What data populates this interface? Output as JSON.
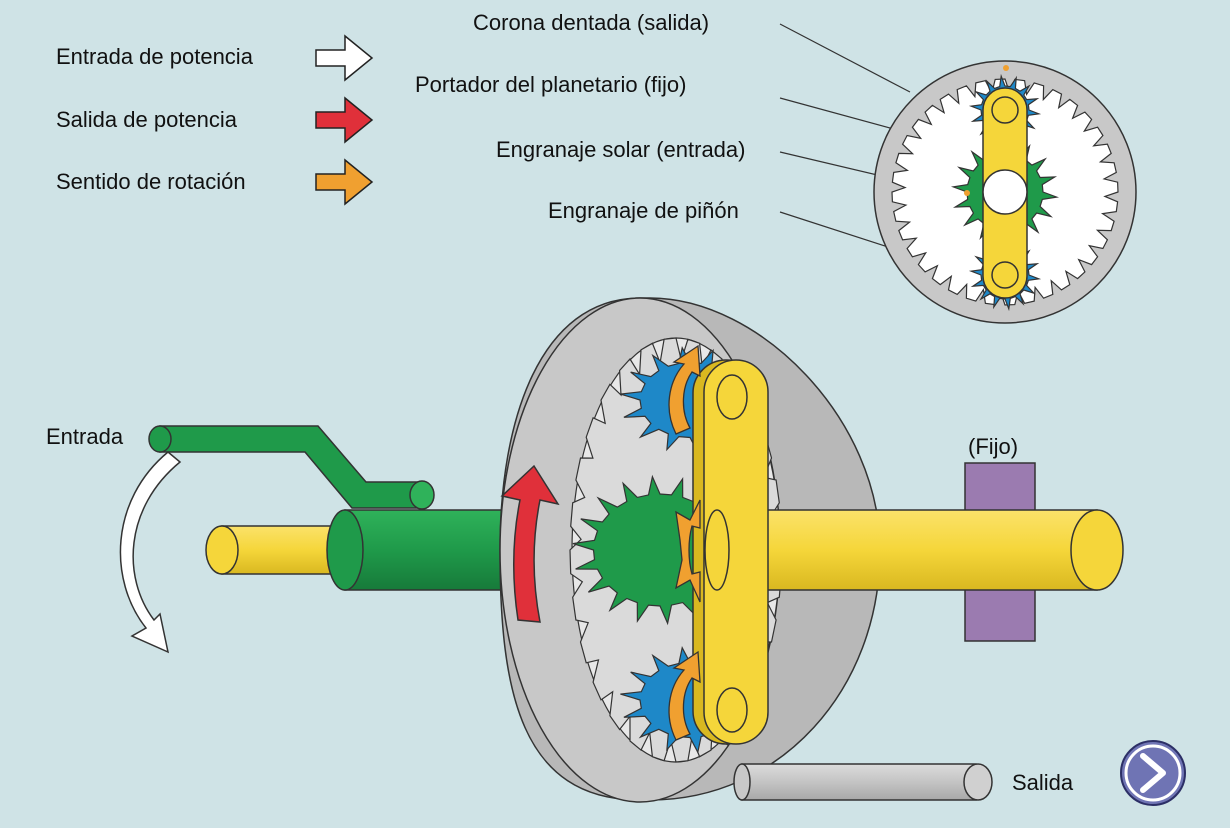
{
  "legend": [
    {
      "label": "Entrada de potencia",
      "color": "#ffffff"
    },
    {
      "label": "Salida de potencia",
      "color": "#e0303a"
    },
    {
      "label": "Sentido de rotación",
      "color": "#f0a030"
    }
  ],
  "callouts": {
    "ring_gear": "Corona dentada (salida)",
    "carrier": "Portador del planetario (fijo)",
    "sun_gear": "Engranaje solar (entrada)",
    "pinion_gear": "Engranaje de piñón"
  },
  "labels": {
    "input": "Entrada",
    "fixed": "(Fijo)",
    "output": "Salida"
  },
  "colors": {
    "background": "#cfe3e6",
    "sun_gear": "#1f9a4a",
    "pinion_gear": "#1e88c8",
    "carrier": "#f5d63a",
    "ring_gear": "#c8c8c8",
    "fixed_block": "#9b7bb0",
    "output_arrow": "#e0303a",
    "rotation_arrow": "#f0a030",
    "nav_button": "#6f74b4"
  },
  "icons": {
    "next": "chevron-right-icon"
  }
}
